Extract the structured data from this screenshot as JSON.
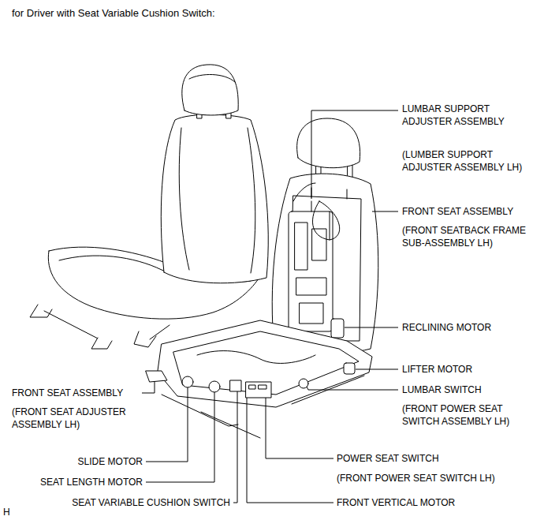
{
  "diagram": {
    "title": "for Driver with Seat Variable Cushion Switch:",
    "labels": [
      "LUMBAR SUPPORT ADJUSTER ASSEMBLY",
      "(LUMBER SUPPORT ADJUSTER ASSEMBLY LH)",
      "FRONT SEAT ASSEMBLY",
      "(FRONT SEATBACK FRAME SUB-ASSEMBLY LH)",
      "RECLINING MOTOR",
      "LIFTER MOTOR",
      "FRONT SEAT ASSEMBLY",
      "LUMBAR SWITCH",
      "(FRONT SEAT ADJUSTER ASSEMBLY LH)",
      "(FRONT POWER SEAT SWITCH ASSEMBLY LH)",
      "POWER SEAT SWITCH",
      "SLIDE MOTOR",
      "(FRONT POWER SEAT SWITCH LH)",
      "SEAT LENGTH MOTOR",
      "SEAT VARIABLE CUSHION SWITCH",
      "FRONT VERTICAL MOTOR",
      "H"
    ]
  }
}
